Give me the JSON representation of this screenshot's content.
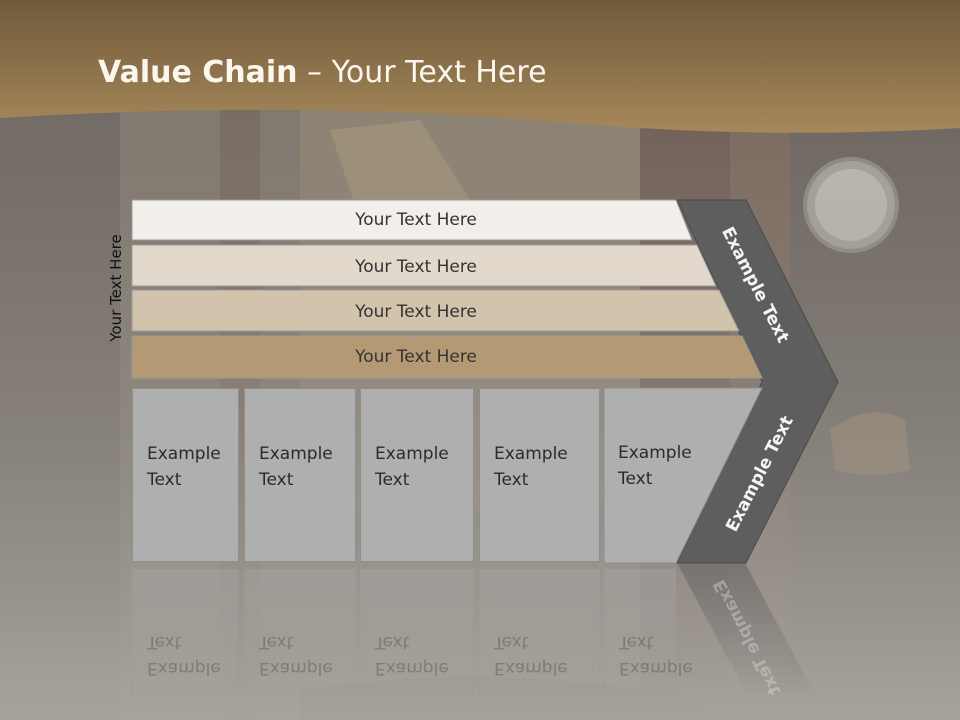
{
  "slide": {
    "title_bold": "Value Chain",
    "title_rest": " – Your Text Here"
  },
  "side_label": "Your Text Here",
  "bars": [
    {
      "label": "Your Text Here",
      "fill": "#f2efea"
    },
    {
      "label": "Your Text Here",
      "fill": "#e2d8cb"
    },
    {
      "label": "Your Text Here",
      "fill": "#d2c3ad"
    },
    {
      "label": "Your Text Here",
      "fill": "#b49a74"
    }
  ],
  "cells": [
    {
      "label": "Example Text"
    },
    {
      "label": "Example Text"
    },
    {
      "label": "Example Text"
    },
    {
      "label": "Example Text"
    },
    {
      "label": "Example Text"
    }
  ],
  "chevron": {
    "upper_label": "Example Text",
    "lower_label": "Example Text",
    "fill": "#5e5e5e"
  },
  "colors": {
    "header_band": "#9a7d52",
    "background": "#8d8982"
  }
}
